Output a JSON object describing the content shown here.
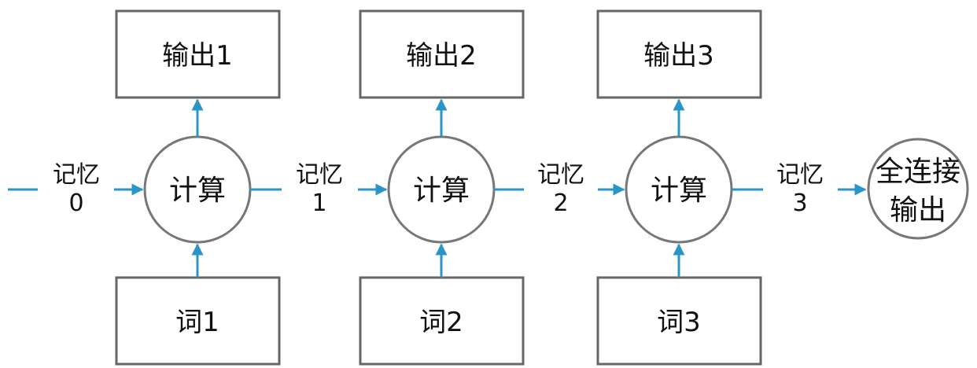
{
  "colors": {
    "arrow": "#2a95c8",
    "box_border": "#666666",
    "circle_border": "#777777"
  },
  "outputs": [
    "输出1",
    "输出2",
    "输出3"
  ],
  "words": [
    "词1",
    "词2",
    "词3"
  ],
  "compute_label": "计算",
  "memory_word": "记忆",
  "memory_indices": [
    "0",
    "1",
    "2",
    "3"
  ],
  "final": {
    "line1": "全连接",
    "line2": "输出"
  }
}
